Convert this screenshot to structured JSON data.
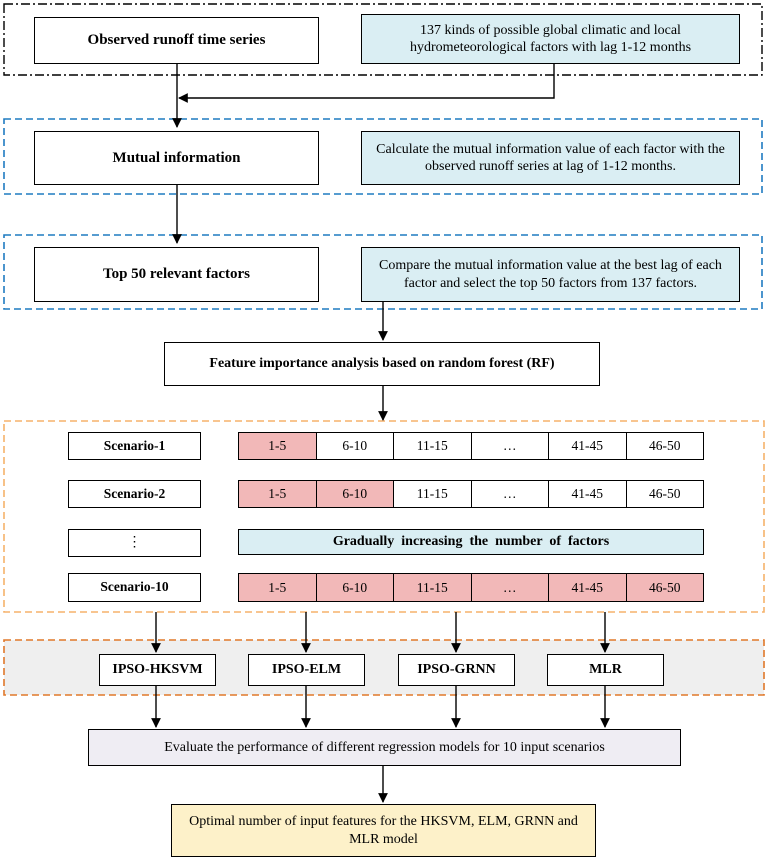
{
  "top": {
    "observed": "Observed runoff time series",
    "factors": "137 kinds of possible global climatic and local hydrometeorological factors with lag 1-12 months"
  },
  "mi": {
    "label": "Mutual information",
    "desc": "Calculate the mutual information value of each factor with the observed runoff series at lag of 1-12 months."
  },
  "top50": {
    "label": "Top 50 relevant factors",
    "desc": "Compare the mutual information value at the best lag of each factor and select the top 50 factors from 137 factors."
  },
  "rf": "Feature importance analysis  based on random forest (RF)",
  "scenarios": {
    "s1": "Scenario-1",
    "s2": "Scenario-2",
    "dots": "⋮",
    "s10": "Scenario-10",
    "groups": [
      "1-5",
      "6-10",
      "11-15",
      "…",
      "41-45",
      "46-50"
    ],
    "gradual": "Gradually  increasing  the  number  of  factors"
  },
  "models": [
    "IPSO-HKSVM",
    "IPSO-ELM",
    "IPSO-GRNN",
    "MLR"
  ],
  "evaluate": "Evaluate the performance of different regression models for 10 input scenarios",
  "optimal": "Optimal number of input features for the HKSVM, ELM, GRNN and MLR model",
  "colors": {
    "blue_fill": "#daeef3",
    "pink_fill": "#f2b8b8",
    "grey_fill": "#efedf3",
    "yellow_fill": "#fdf1c9",
    "dashdot_frame": "#000000",
    "blue_dashed_frame": "#1f7bc1",
    "orange_dashed_frame": "#f5b26b",
    "dark_orange_dashed_frame": "#e0782a"
  }
}
